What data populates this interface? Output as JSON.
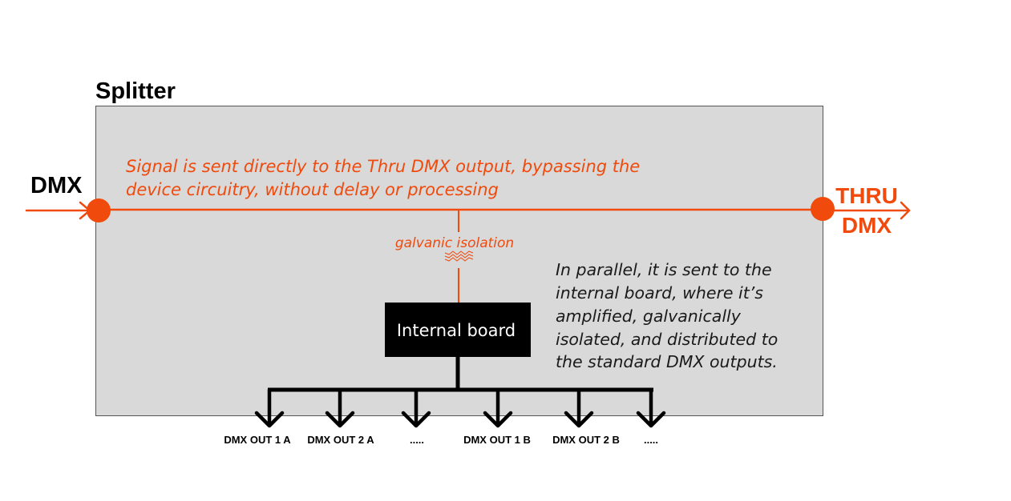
{
  "diagram": {
    "title": "Splitter",
    "input_label": "DMX",
    "thru_label_line1": "THRU",
    "thru_label_line2": "DMX",
    "direct_note_line1": "Signal is sent directly to the Thru DMX output, bypassing the",
    "direct_note_line2": "device circuitry, without delay or processing",
    "isolation_label": "galvanic isolation",
    "parallel_note_lines": [
      "In parallel, it is sent to the",
      "internal board, where it’s",
      "amplified, galvanically",
      "isolated, and distributed to",
      "the standard DMX outputs."
    ],
    "board_label": "Internal board",
    "outputs": [
      "DMX OUT 1 A",
      "DMX OUT 2 A",
      ".....",
      "DMX OUT 1 B",
      "DMX OUT 2 B",
      "....."
    ]
  },
  "colors": {
    "accent": "#f04a0d",
    "box_fill": "#d9d9d9",
    "box_stroke": "#555555",
    "board_fill": "#000000",
    "text": "#000000"
  }
}
